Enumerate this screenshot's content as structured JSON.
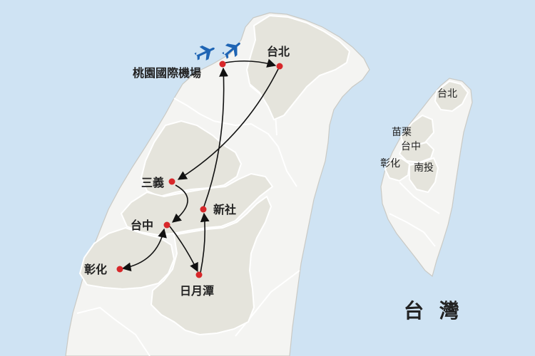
{
  "title": "台 灣",
  "stops": {
    "airport": "桃園國際機場",
    "taipei": "台北",
    "sanyi": "三義",
    "taichung": "台中",
    "xinshe": "新社",
    "changhua": "彰化",
    "sunmoonlake": "日月潭"
  },
  "inset_labels": {
    "taipei": "台北",
    "miaoli": "苗栗",
    "taichung": "台中",
    "changhua": "彰化",
    "nantou": "南投"
  },
  "icons": [
    "airplane-departure-icon",
    "airplane-icon"
  ],
  "route_order": [
    "桃園國際機場",
    "台北",
    "三義",
    "台中",
    "彰化",
    "台中",
    "日月潭",
    "新社",
    "桃園國際機場"
  ],
  "colors": {
    "sea": "#cfe3f3",
    "land": "#f4f4f2",
    "highlight_region": "#e5e4dc",
    "stop_dot": "#d7272a",
    "plane": "#1e64b4",
    "route": "#111111"
  }
}
